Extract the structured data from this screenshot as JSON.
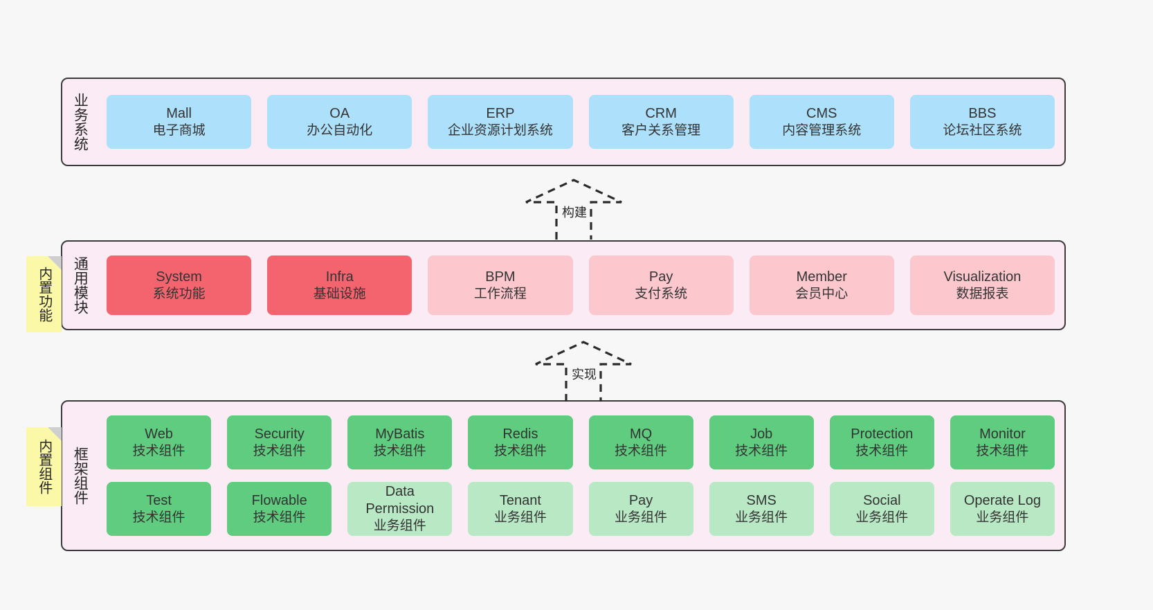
{
  "diagram": {
    "background": "#f7f7f7",
    "panel_bg": "#faebf4",
    "panel_border": "#3a3a3a",
    "note_bg": "#fbf8a8"
  },
  "layers": [
    {
      "id": "business",
      "title": "业务系统",
      "rows": [
        {
          "cards": [
            {
              "t1": "Mall",
              "t2": "电子商城",
              "color": "#ade0fb"
            },
            {
              "t1": "OA",
              "t2": "办公自动化",
              "color": "#ade0fb"
            },
            {
              "t1": "ERP",
              "t2": "企业资源计划系统",
              "color": "#ade0fb"
            },
            {
              "t1": "CRM",
              "t2": "客户关系管理",
              "color": "#ade0fb"
            },
            {
              "t1": "CMS",
              "t2": "内容管理系统",
              "color": "#ade0fb"
            },
            {
              "t1": "BBS",
              "t2": "论坛社区系统",
              "color": "#ade0fb"
            }
          ]
        }
      ]
    },
    {
      "id": "modules",
      "title": "通用模块",
      "note": "内置功能",
      "rows": [
        {
          "cards": [
            {
              "t1": "System",
              "t2": "系统功能",
              "color": "#f4646e"
            },
            {
              "t1": "Infra",
              "t2": "基础设施",
              "color": "#f4646e"
            },
            {
              "t1": "BPM",
              "t2": "工作流程",
              "color": "#fcc8ce"
            },
            {
              "t1": "Pay",
              "t2": "支付系统",
              "color": "#fcc8ce"
            },
            {
              "t1": "Member",
              "t2": "会员中心",
              "color": "#fcc8ce"
            },
            {
              "t1": "Visualization",
              "t2": "数据报表",
              "color": "#fcc8ce"
            }
          ]
        }
      ]
    },
    {
      "id": "framework",
      "title": "框架组件",
      "note": "内置组件",
      "rows": [
        {
          "cards": [
            {
              "t1": "Web",
              "t2": "技术组件",
              "color": "#5fcc7f"
            },
            {
              "t1": "Security",
              "t2": "技术组件",
              "color": "#5fcc7f"
            },
            {
              "t1": "MyBatis",
              "t2": "技术组件",
              "color": "#5fcc7f"
            },
            {
              "t1": "Redis",
              "t2": "技术组件",
              "color": "#5fcc7f"
            },
            {
              "t1": "MQ",
              "t2": "技术组件",
              "color": "#5fcc7f"
            },
            {
              "t1": "Job",
              "t2": "技术组件",
              "color": "#5fcc7f"
            },
            {
              "t1": "Protection",
              "t2": "技术组件",
              "color": "#5fcc7f"
            },
            {
              "t1": "Monitor",
              "t2": "技术组件",
              "color": "#5fcc7f"
            }
          ]
        },
        {
          "cards": [
            {
              "t1": "Test",
              "t2": "技术组件",
              "color": "#5fcc7f"
            },
            {
              "t1": "Flowable",
              "t2": "技术组件",
              "color": "#5fcc7f"
            },
            {
              "t1": "Data Permission",
              "t2": "业务组件",
              "color": "#b9e8c4"
            },
            {
              "t1": "Tenant",
              "t2": "业务组件",
              "color": "#b9e8c4"
            },
            {
              "t1": "Pay",
              "t2": "业务组件",
              "color": "#b9e8c4"
            },
            {
              "t1": "SMS",
              "t2": "业务组件",
              "color": "#b9e8c4"
            },
            {
              "t1": "Social",
              "t2": "业务组件",
              "color": "#b9e8c4"
            },
            {
              "t1": "Operate Log",
              "t2": "业务组件",
              "color": "#b9e8c4"
            }
          ]
        }
      ]
    }
  ],
  "connectors": [
    {
      "id": "build",
      "label": "构建"
    },
    {
      "id": "implement",
      "label": "实现"
    }
  ]
}
